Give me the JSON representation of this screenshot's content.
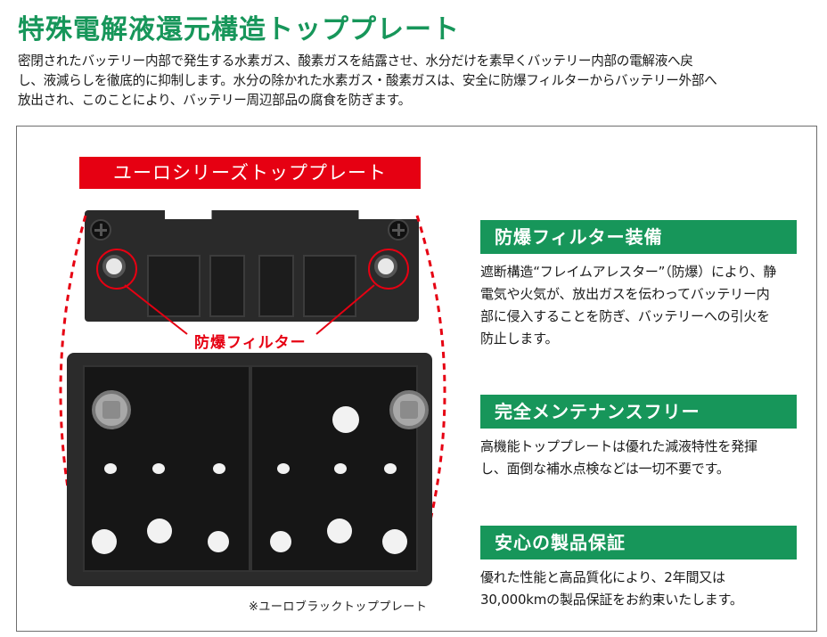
{
  "header": {
    "title": "特殊電解液還元構造トッププレート",
    "intro_lines": [
      "密閉されたバッテリー内部で発生する水素ガス、酸素ガスを結露させ、水分だけを素早くバッテリー内部の電解液へ戻",
      "し、液減らしを徹底的に抑制します。水分の除かれた水素ガス・酸素ガスは、安全に防爆フィルターからバッテリー外部へ",
      "放出され、このことにより、バッテリー周辺部品の腐食を防ぎます。"
    ]
  },
  "figure": {
    "banner_label": "ユーロシリーズトッププレート",
    "callout_label": "防爆フィルター",
    "caption": "※ユーロブラックトッププレート"
  },
  "features": [
    {
      "heading": "防爆フィルター装備",
      "lines": [
        "遮断構造“フレイムアレスター”（防爆）により、静",
        "電気や火気が、放出ガスを伝わってバッテリー内",
        "部に侵入することを防ぎ、バッテリーへの引火を",
        "防止します。"
      ]
    },
    {
      "heading": "完全メンテナンスフリー",
      "lines": [
        "高機能トッププレートは優れた減液特性を発揮",
        "し、面倒な補水点検などは一切不要です。"
      ]
    },
    {
      "heading": "安心の製品保証",
      "lines": [
        "優れた性能と高品質化により、2年間又は",
        "30,000kmの製品保証をお約束いたします。"
      ]
    }
  ],
  "colors": {
    "brand_green": "#17965a",
    "accent_red": "#e60012",
    "frame_gray": "#6e6e6e"
  }
}
